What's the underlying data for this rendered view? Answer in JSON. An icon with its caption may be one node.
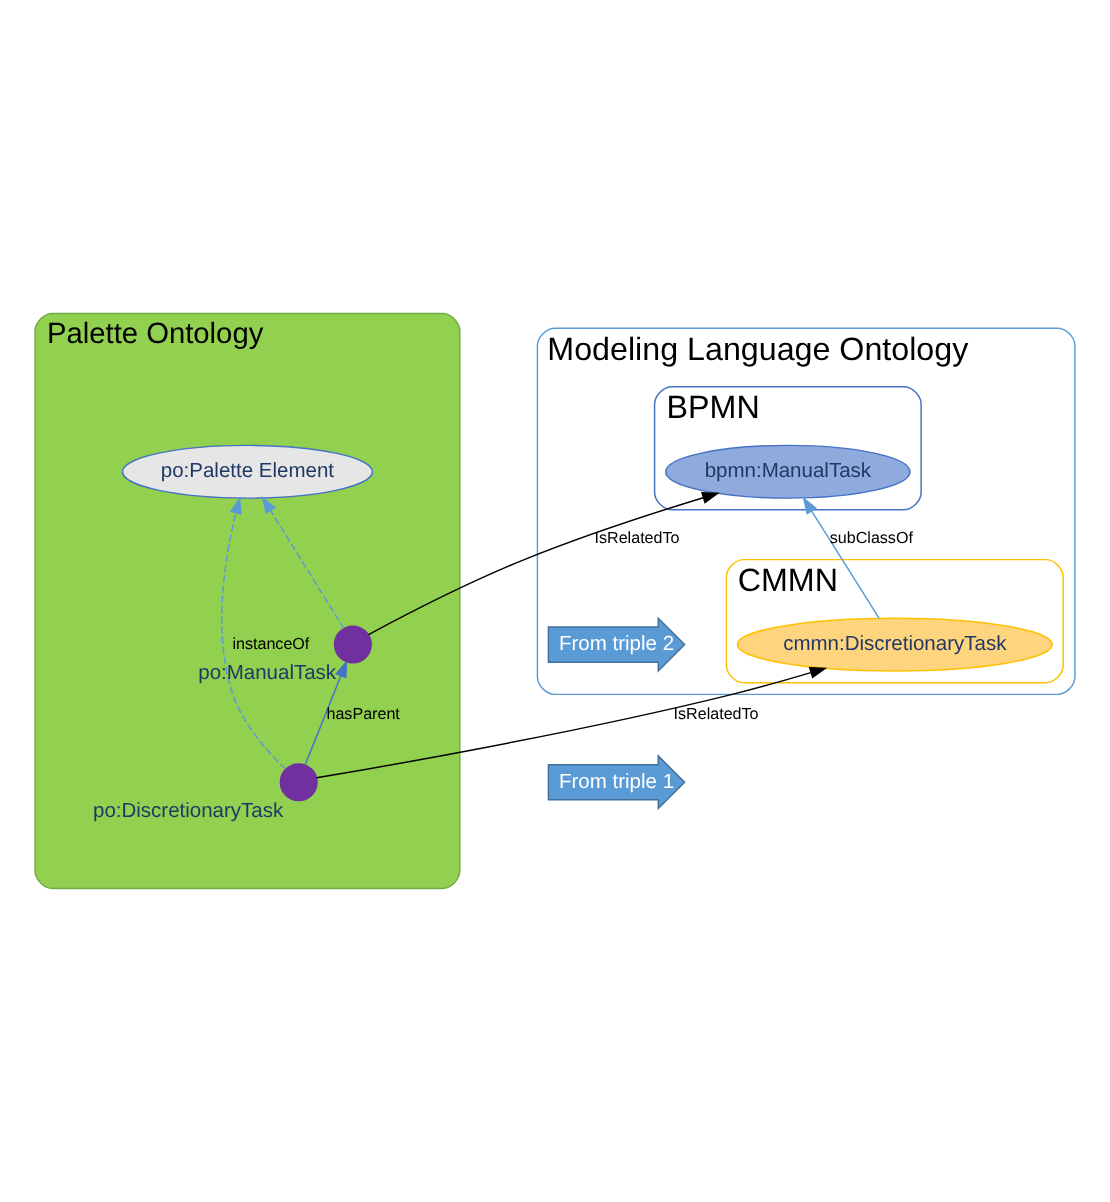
{
  "diagram": {
    "nodes": [
      {
        "text": [
          "Modeling Language Ontology"
        ]
      },
      {
        "text": [
          "BPMN"
        ],
        "in": 0
      },
      {
        "text": [
          "bpmn:ManualTask"
        ],
        "in": 1
      },
      {
        "text": [
          "CMMN"
        ],
        "in": 0
      },
      {
        "text": [
          "cmmn:DiscretionaryTask"
        ],
        "in": 3
      },
      {
        "text": [
          "From triple 2"
        ],
        "in": 0
      },
      {
        "text": [
          "Palette Ontology"
        ]
      },
      {
        "text": [
          "po:Palette Element"
        ],
        "in": 6
      },
      {
        "text": [],
        "shape": "circle",
        "beside": [
          "po:DiscretionaryTask"
        ],
        "in": 6
      },
      {
        "text": [],
        "shape": "circle",
        "beside": [
          "po:ManualTask"
        ],
        "in": 6
      },
      {
        "text": [
          "From triple 1"
        ]
      }
    ],
    "edges": [
      {
        "from": 4,
        "to": 2,
        "arrow": "to",
        "label": "subClassOf",
        "color": "#5b9bd5"
      },
      {
        "from": 8,
        "to": 4,
        "arrow": "to",
        "label": "IsRelatedTo",
        "color": "#000000"
      },
      {
        "from": 9,
        "to": 2,
        "arrow": "to",
        "label": "IsRelatedTo",
        "color": "#000000"
      },
      {
        "from": 8,
        "to": 7,
        "arrow": "to",
        "label": "instanceOf",
        "style": "dashed",
        "color": "#5b9bd5"
      },
      {
        "from": 9,
        "to": 7,
        "arrow": "to",
        "style": "dashed",
        "color": "#5b9bd5"
      },
      {
        "from": 8,
        "to": 9,
        "arrow": "to",
        "label": "hasParent",
        "color": "#4472c4"
      }
    ]
  }
}
